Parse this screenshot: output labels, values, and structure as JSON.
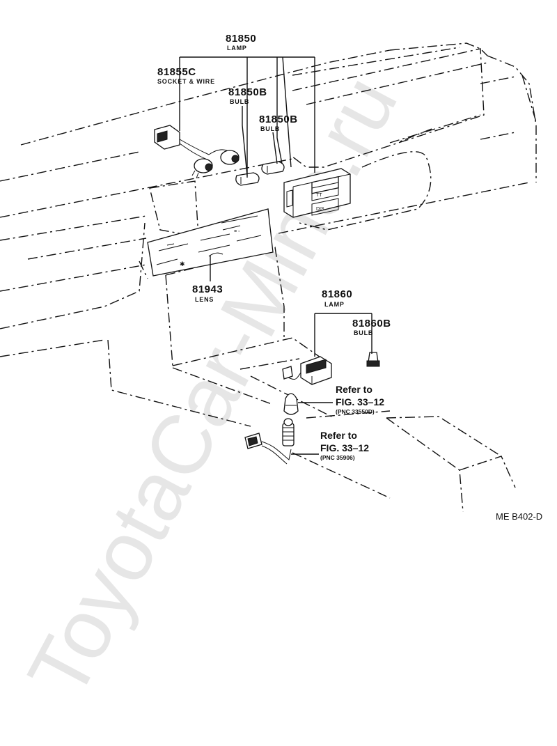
{
  "watermark": "ToyotaCar-Mine.ru",
  "diagram_code": "ME B402-D",
  "parts": [
    {
      "number": "81850",
      "name": "LAMP"
    },
    {
      "number": "81855C",
      "name": "SOCKET & WIRE"
    },
    {
      "number": "81850B",
      "name": "BULB"
    },
    {
      "number": "81850B",
      "name": "BULB"
    },
    {
      "number": "81943",
      "name": "LENS"
    },
    {
      "number": "81860",
      "name": "LAMP"
    },
    {
      "number": "81860B",
      "name": "BULB"
    }
  ],
  "references": [
    {
      "label": "Refer to",
      "fig": "FIG. 33–12",
      "pnc": "(PNC 33550D)"
    },
    {
      "label": "Refer to",
      "fig": "FIG. 33–12",
      "pnc": "(PNC 35906)"
    }
  ]
}
